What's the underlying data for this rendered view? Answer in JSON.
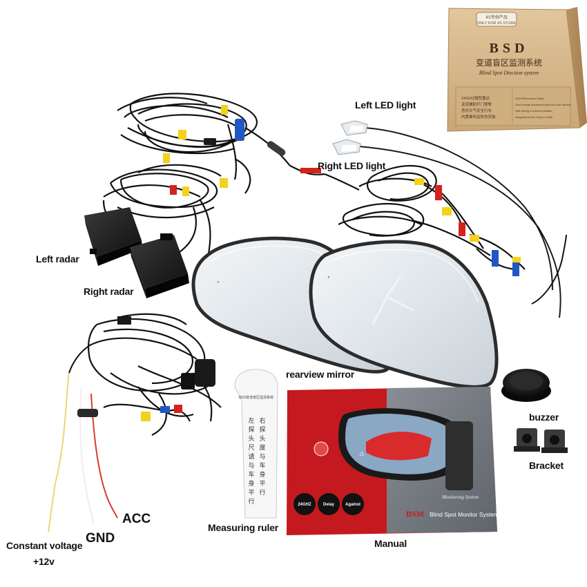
{
  "box": {
    "top_tag": "4S专供产品",
    "top_tag_en": "ONLY FOR 4S STORE",
    "brand": "BSD",
    "title_cn": "变道盲区监测系统",
    "title_en": "Blind Spot Dtection system",
    "panel_left_1": "24GHZ微型雷达",
    "panel_left_2": "变道辅助开门预警",
    "panel_left_3": "恶劣天气安全行车",
    "panel_left_4": "内置蜂鸣音防伪安装",
    "panel_right_1": "24GHZMicrowave Radar",
    "panel_right_2": "Lane change assistance/Open the door warning",
    "panel_right_3": "Safe driving in extreme weather",
    "panel_right_4": "Integrated buzzer Easy to Install"
  },
  "labels": {
    "left_led": "Left LED light",
    "right_led": "Right LED light",
    "left_radar": "Left radar",
    "right_radar": "Right radar",
    "rearview_mirror": "rearview mirror",
    "buzzer": "buzzer",
    "bracket": "Bracket",
    "measuring_ruler": "Measuring ruler",
    "manual": "Manual",
    "acc": "ACC",
    "gnd": "GND",
    "constant_voltage_1": "Constant voltage",
    "constant_voltage_2": "+12v"
  },
  "ruler": {
    "header": "BSD变道盲区监测系统",
    "cn_lines": [
      "左",
      "探",
      "头",
      "尺",
      "请",
      "与",
      "车",
      "身",
      "平",
      "行"
    ],
    "cn_lines_b": [
      "右",
      "探",
      "头",
      "度",
      "与",
      "车",
      "身",
      "平",
      "行"
    ]
  },
  "manual": {
    "badge_1": "24GHZ",
    "badge_2": "Delay",
    "badge_3": "Against",
    "script_text": "Monitoring System",
    "brand": "BSM",
    "subtitle": "Blind Spot Monitor System"
  },
  "colors": {
    "cardboard": "#d8b98d",
    "cable": "#111111",
    "manual_red": "#c41a1f",
    "connector_yellow": "#f2d21b",
    "connector_blue": "#1f58c4",
    "connector_red": "#d3231b"
  }
}
